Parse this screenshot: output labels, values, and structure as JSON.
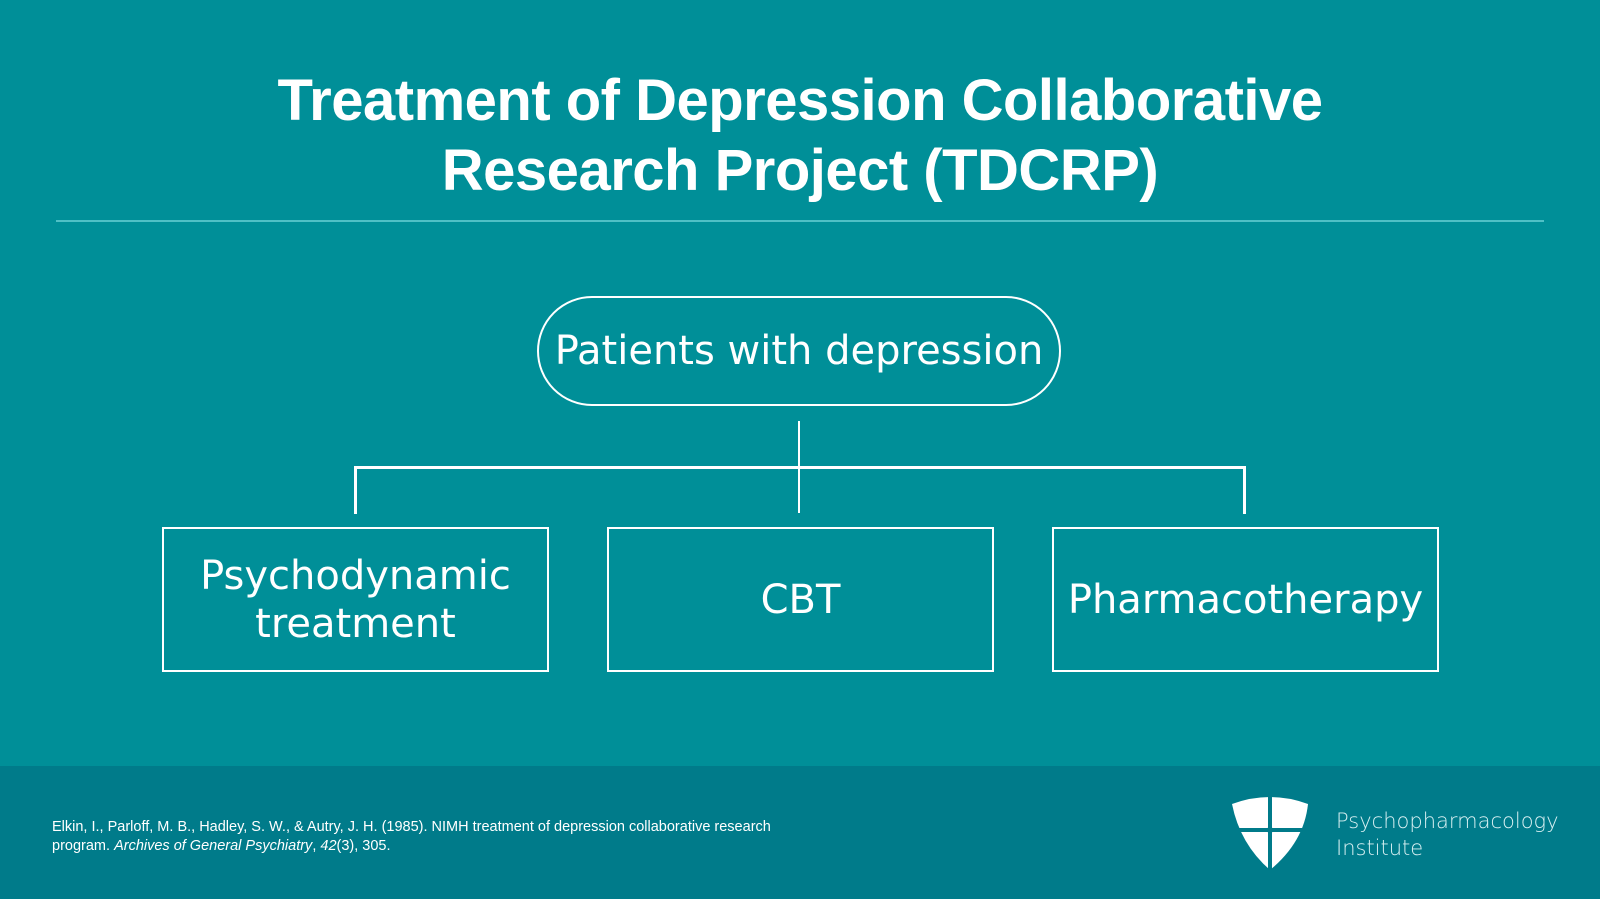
{
  "slide": {
    "title_line1": "Treatment of Depression Collaborative",
    "title_line2": "Research Project (TDCRP)"
  },
  "diagram": {
    "root": {
      "label": "Patients with depression"
    },
    "children": [
      {
        "label_line1": "Psychodynamic",
        "label_line2": "treatment"
      },
      {
        "label_line1": "CBT",
        "label_line2": ""
      },
      {
        "label_line1": "Pharmacotherapy",
        "label_line2": ""
      }
    ]
  },
  "footer": {
    "citation": {
      "authors_prefix": "Elkin, I., Parloff, M. B., Hadley, S. W., & Autry, J. H. (1985). NIMH treatment of depression collaborative research program. ",
      "journal": "Archives of General Psychiatry",
      "separator": ", ",
      "volume": "42",
      "issue_pages": "(3), 305."
    },
    "logo": {
      "icon": "shield-cross-icon",
      "line1": "Psychopharmacology",
      "line2": "Institute"
    }
  },
  "colors": {
    "background": "#008f98",
    "footer_background": "#007b8a",
    "divider": "#4fc0c6",
    "foreground": "#ffffff"
  }
}
